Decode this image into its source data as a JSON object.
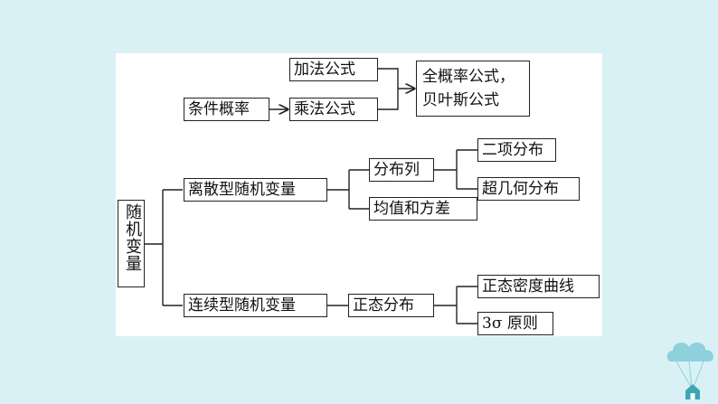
{
  "nodes": {
    "addition_rule": "加法公式",
    "conditional_probability": "条件概率",
    "multiplication_rule": "乘法公式",
    "total_probability_bayes": "全概率公式，贝叶斯公式",
    "random_variable": "随机变量",
    "discrete_rv": "离散型随机变量",
    "distribution_list": "分布列",
    "binomial": "二项分布",
    "hypergeometric": "超几何分布",
    "mean_variance": "均值和方差",
    "continuous_rv": "连续型随机变量",
    "normal_distribution": "正态分布",
    "normal_density_curve": "正态密度曲线",
    "three_sigma_rule": "3σ 原则"
  },
  "colors": {
    "background": "#d9f1f5",
    "panel": "#ffffff",
    "line": "#222222",
    "logo_cloud": "#8ed1dc",
    "logo_house": "#3aa7b5"
  },
  "icons": {
    "logo": "cloud-parachute-house-icon"
  }
}
